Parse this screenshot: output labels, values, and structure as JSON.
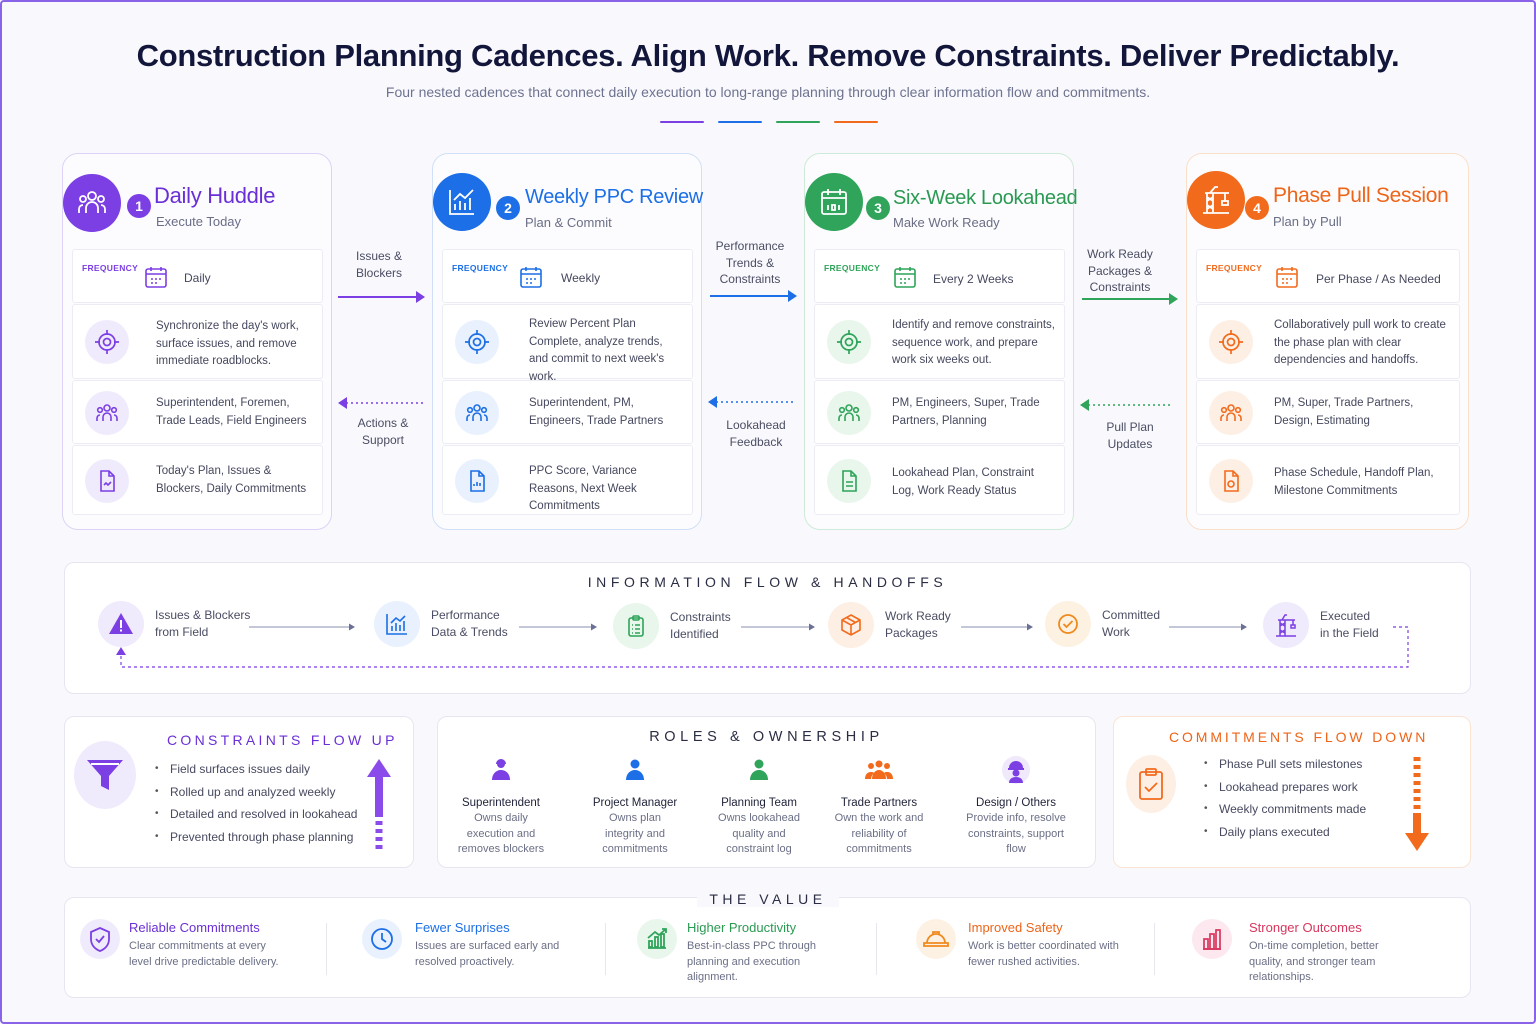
{
  "header": {
    "title": "Construction Planning Cadences. Align Work. Remove Constraints. Deliver Predictably.",
    "subtitle": "Four nested cadences that connect daily execution to long-range planning through clear information flow and commitments."
  },
  "colors": {
    "purple": "#7b3fe4",
    "blue": "#1c6fe6",
    "green": "#2fa45a",
    "orange": "#f26b1d",
    "red": "#d9365d"
  },
  "stages": [
    {
      "num": "1",
      "title": "Daily Huddle",
      "subtitle": "Execute Today",
      "freq_label": "FREQUENCY",
      "frequency": "Daily",
      "purpose": "Synchronize the day's work, surface issues, and remove immediate roadblocks.",
      "participants": "Superintendent, Foremen, Trade Leads, Field Engineers",
      "outputs": "Today's Plan, Issues & Blockers, Daily Commitments",
      "icon": "people-icon"
    },
    {
      "num": "2",
      "title": "Weekly PPC Review",
      "subtitle": "Plan & Commit",
      "freq_label": "FREQUENCY",
      "frequency": "Weekly",
      "purpose": "Review Percent Plan Complete, analyze trends, and commit to next week's work.",
      "participants": "Superintendent, PM, Engineers, Trade Partners",
      "outputs": "PPC Score, Variance Reasons, Next Week Commitments",
      "icon": "chart-icon"
    },
    {
      "num": "3",
      "title": "Six-Week Lookahead",
      "subtitle": "Make Work Ready",
      "freq_label": "FREQUENCY",
      "frequency": "Every 2 Weeks",
      "purpose": "Identify and remove constraints, sequence work, and prepare work six weeks out.",
      "participants": "PM, Engineers, Super, Trade Partners, Planning",
      "outputs": "Lookahead Plan, Constraint Log, Work Ready Status",
      "icon": "calendar-icon"
    },
    {
      "num": "4",
      "title": "Phase Pull Session",
      "subtitle": "Plan by Pull",
      "freq_label": "FREQUENCY",
      "frequency": "Per Phase / As Needed",
      "purpose": "Collaboratively pull work to create the phase plan with clear dependencies and handoffs.",
      "participants": "PM, Super, Trade Partners, Design, Estimating",
      "outputs": "Phase Schedule, Handoff Plan, Milestone Commitments",
      "icon": "crane-icon"
    }
  ],
  "connectors": [
    {
      "forward": "Issues & Blockers",
      "back": "Actions & Support"
    },
    {
      "forward": "Performance Trends & Constraints",
      "back": "Lookahead Feedback"
    },
    {
      "forward": "Work Ready Packages & Constraints",
      "back": "Pull Plan Updates"
    }
  ],
  "info_flow": {
    "title": "INFORMATION FLOW & HANDOFFS",
    "items": [
      {
        "line1": "Issues & Blockers",
        "line2": "from Field"
      },
      {
        "line1": "Performance",
        "line2": "Data & Trends"
      },
      {
        "line1": "Constraints",
        "line2": "Identified"
      },
      {
        "line1": "Work Ready",
        "line2": "Packages"
      },
      {
        "line1": "Committed",
        "line2": "Work"
      },
      {
        "line1": "Executed",
        "line2": "in the Field"
      }
    ]
  },
  "constraints_up": {
    "title": "CONSTRAINTS FLOW UP",
    "items": [
      "Field surfaces issues daily",
      "Rolled up and analyzed weekly",
      "Detailed and resolved in lookahead",
      "Prevented through phase planning"
    ]
  },
  "roles": {
    "title": "ROLES & OWNERSHIP",
    "items": [
      {
        "name": "Superintendent",
        "desc": "Owns daily execution and removes blockers"
      },
      {
        "name": "Project Manager",
        "desc": "Owns plan integrity and commitments"
      },
      {
        "name": "Planning Team",
        "desc": "Owns lookahead quality and constraint log"
      },
      {
        "name": "Trade Partners",
        "desc": "Own the work and reliability of commitments"
      },
      {
        "name": "Design / Others",
        "desc": "Provide info, resolve constraints, support flow"
      }
    ]
  },
  "commitments_down": {
    "title": "COMMITMENTS FLOW DOWN",
    "items": [
      "Phase Pull sets milestones",
      "Lookahead prepares work",
      "Weekly commitments made",
      "Daily plans executed"
    ]
  },
  "value": {
    "title": "THE VALUE",
    "items": [
      {
        "title": "Reliable Commitments",
        "desc": "Clear commitments at every level drive predictable delivery."
      },
      {
        "title": "Fewer Surprises",
        "desc": "Issues are surfaced early and resolved proactively."
      },
      {
        "title": "Higher Productivity",
        "desc": "Best-in-class PPC through planning and execution alignment."
      },
      {
        "title": "Improved Safety",
        "desc": "Work is better coordinated with fewer rushed activities."
      },
      {
        "title": "Stronger Outcomes",
        "desc": "On-time completion, better quality, and stronger team relationships."
      }
    ]
  }
}
